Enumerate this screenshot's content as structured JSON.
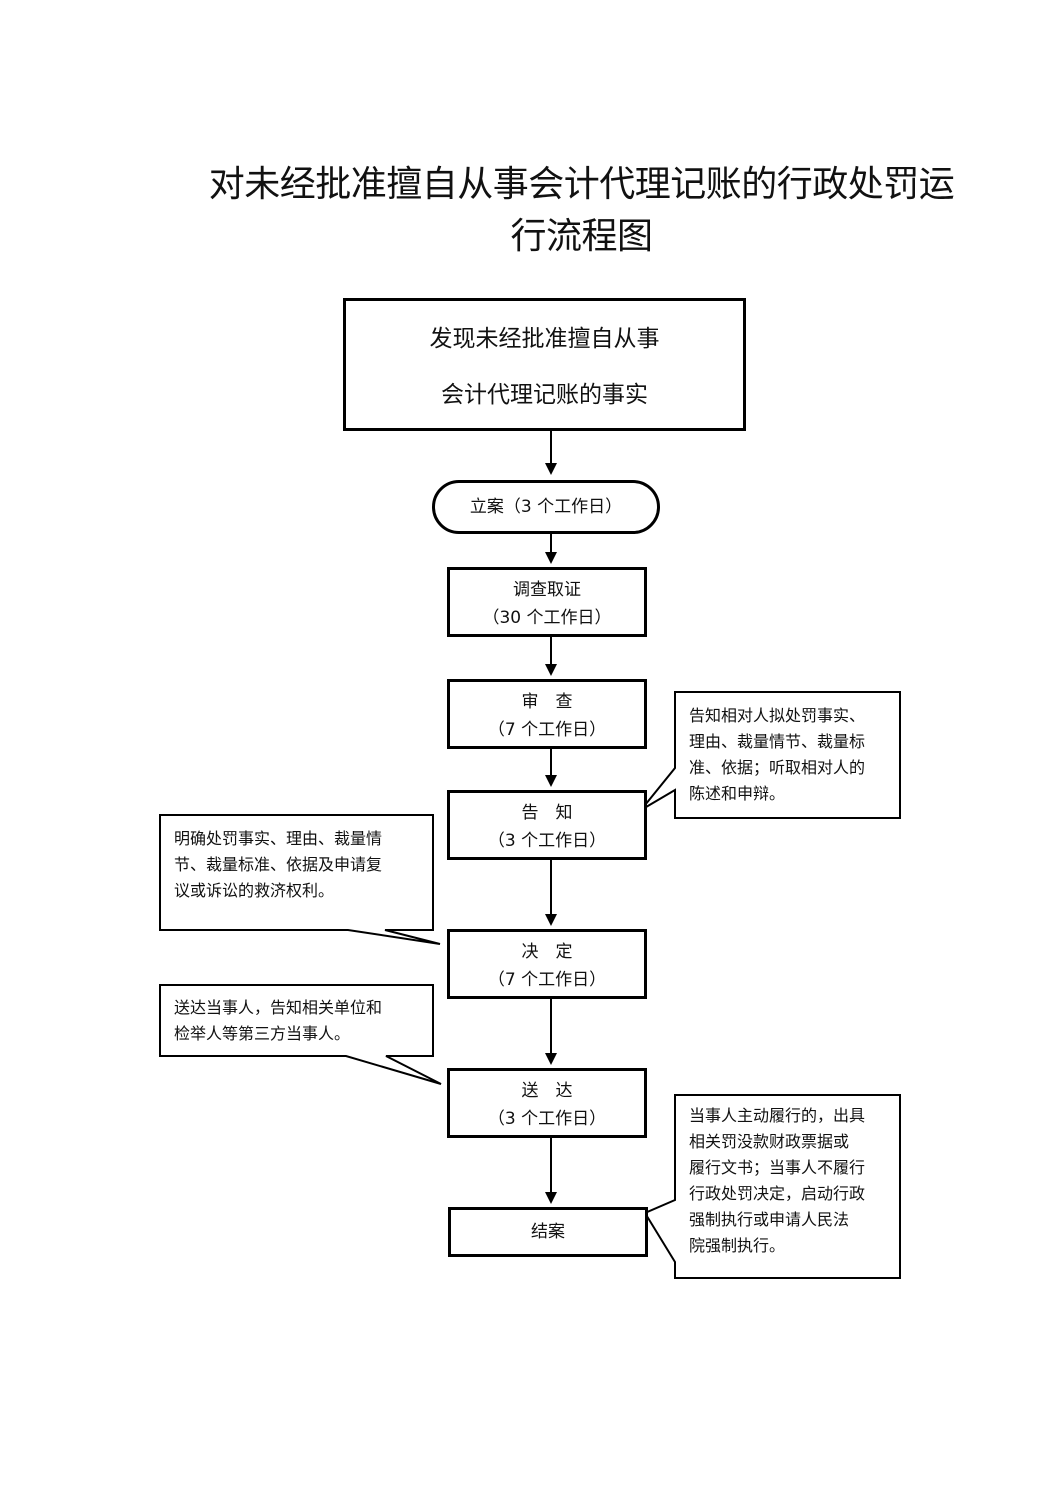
{
  "title": {
    "line1": "对未经批准擅自从事会计代理记账的行政处罚运",
    "line2": "行流程图"
  },
  "nodes": {
    "start": {
      "line1": "发现未经批准擅自从事",
      "line2": "会计代理记账的事实"
    },
    "lian": {
      "label": "立案（3 个工作日）"
    },
    "diaocha": {
      "line1": "调查取证",
      "line2": "（30 个工作日）"
    },
    "shencha": {
      "line1": "审　查",
      "line2": "（7 个工作日）"
    },
    "gaozhi": {
      "line1": "告　知",
      "line2": "（3 个工作日）"
    },
    "jueding": {
      "line1": "决　定",
      "line2": "（7 个工作日）"
    },
    "songda": {
      "line1": "送　达",
      "line2": "（3 个工作日）"
    },
    "jiean": {
      "label": "结案"
    }
  },
  "notes": {
    "gaozhi_note": [
      "告知相对人拟处罚事实、",
      "理由、裁量情节、裁量标",
      "准、依据；听取相对人的",
      "陈述和申辩。"
    ],
    "jueding_note": [
      "明确处罚事实、理由、裁量情",
      "节、裁量标准、依据及申请复",
      "议或诉讼的救济权利。"
    ],
    "songda_note": [
      "送达当事人，告知相关单位和",
      "检举人等第三方当事人。"
    ],
    "jiean_note": [
      "当事人主动履行的，出具",
      "相关罚没款财政票据或",
      "履行文书；当事人不履行",
      "行政处罚决定，启动行政",
      "强制执行或申请人民法",
      "院强制执行。"
    ]
  }
}
